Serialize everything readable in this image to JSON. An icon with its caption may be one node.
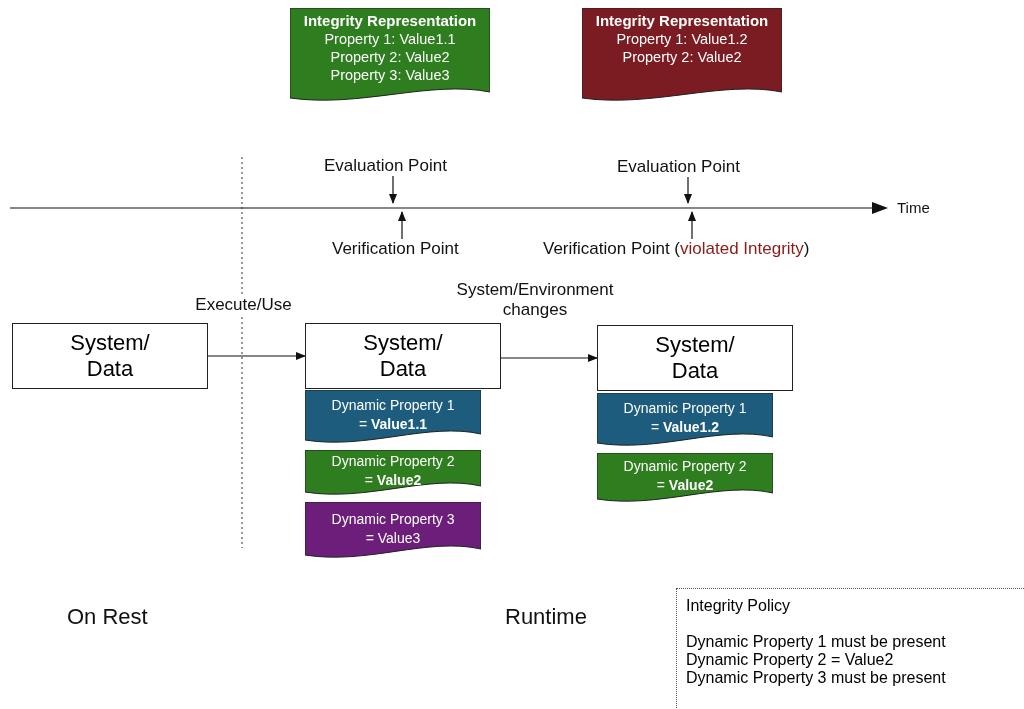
{
  "diagram": {
    "nodes": [
      {
        "text": [
          "Integrity Representation",
          "Property 1: Value1.1",
          "Property 2: Value2",
          "Property 3: Value3"
        ]
      },
      {
        "text": [
          "Integrity Representation",
          "Property 1: Value1.2",
          "Property 2: Value2"
        ]
      },
      {
        "text": [
          "Evaluation Point"
        ]
      },
      {
        "text": [
          "Verification Point"
        ]
      },
      {
        "text": [
          "Evaluation Point"
        ]
      },
      {
        "text": [
          "Verification Point (*violated Integrity*)"
        ]
      },
      {
        "text": [
          "System/ Data"
        ]
      },
      {
        "text": [
          "System/ Data"
        ]
      },
      {
        "text": [
          "Dynamic Property 1 = **Value1.1**"
        ]
      },
      {
        "text": [
          "Dynamic Property 2 = **Value2**"
        ]
      },
      {
        "text": [
          "Dynamic Property 3 = Value3"
        ]
      },
      {
        "text": [
          "System/ Data"
        ]
      },
      {
        "text": [
          "Dynamic Property 1 = **Value1.2**"
        ]
      },
      {
        "text": [
          "Dynamic Property 2 = **Value2**"
        ]
      },
      {
        "text": [
          "Integrity Policy",
          "Dynamic Property 1 must be present",
          "Dynamic Property 2 = Value2",
          "Dynamic Property 3 must be present"
        ]
      }
    ],
    "edges": [
      {
        "from": 6,
        "to": 7,
        "arrow": "to",
        "label": "Execute/Use"
      },
      {
        "from": 7,
        "to": 11,
        "arrow": "to",
        "label": "System/Environment changes"
      },
      {
        "from": 2,
        "to": null,
        "arrow": "to"
      },
      {
        "from": 3,
        "to": null,
        "arrow": "to"
      },
      {
        "from": 4,
        "to": null,
        "arrow": "to"
      },
      {
        "from": 5,
        "to": null,
        "arrow": "to"
      }
    ],
    "labels": [
      "Time",
      "On Rest",
      "Runtime"
    ]
  }
}
